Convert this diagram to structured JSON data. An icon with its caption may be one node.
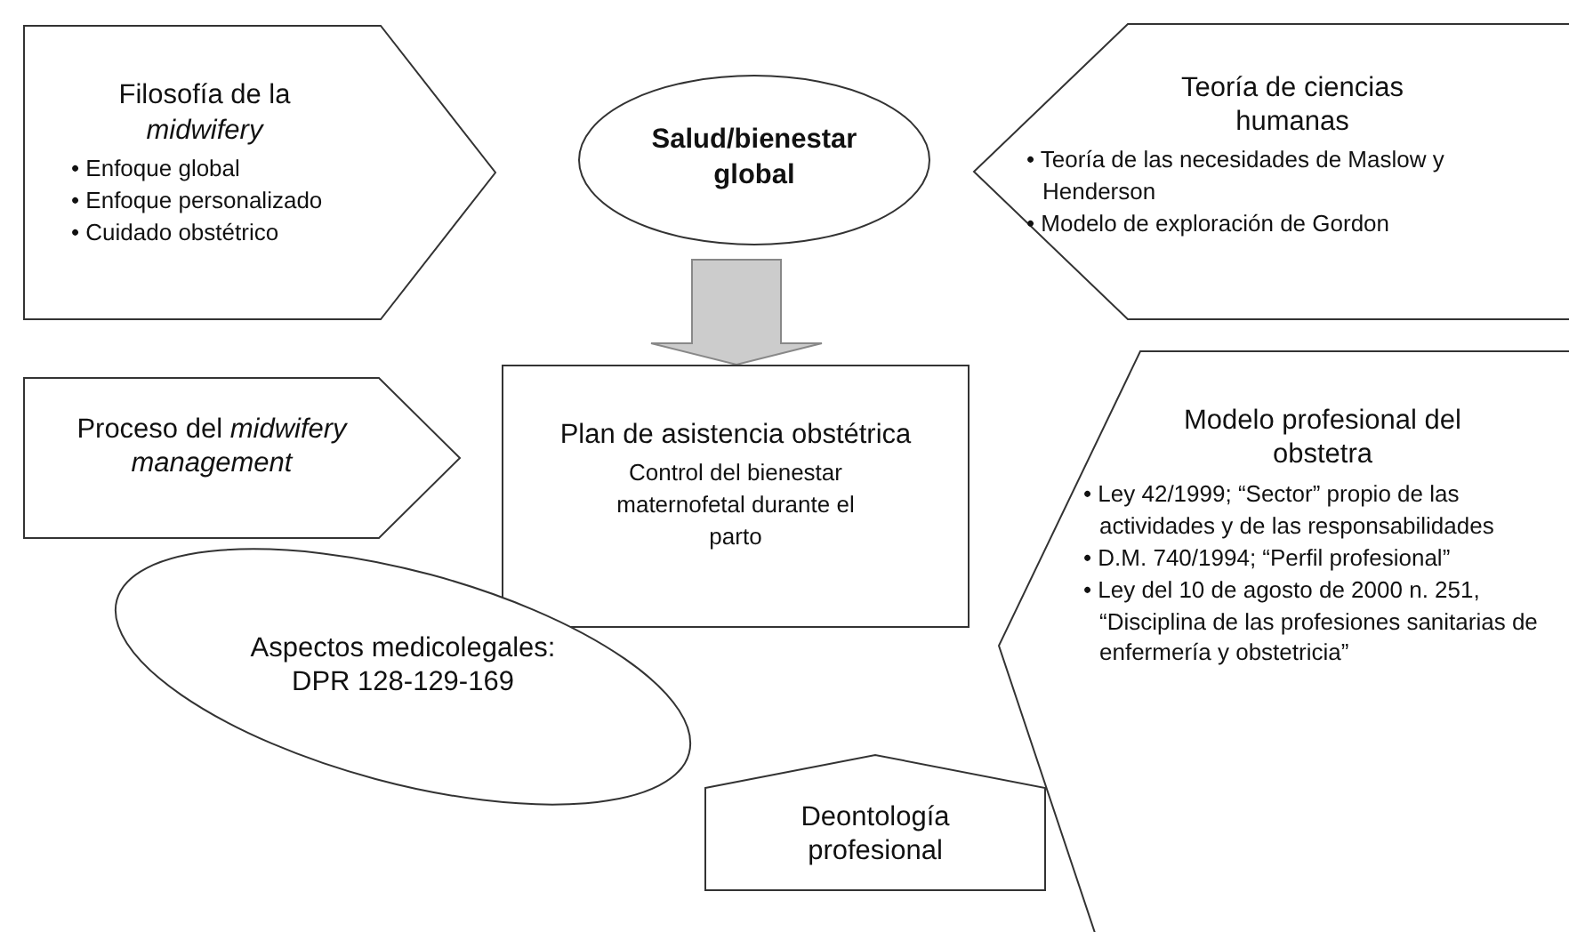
{
  "diagram": {
    "nodes": [
      {
        "text": [
          "Filosofía de la *midwifery*",
          "• Enfoque global",
          "• Enfoque personalizado",
          "• Cuidado obstétrico"
        ]
      },
      {
        "text": [
          "Salud/bienestar global"
        ]
      },
      {
        "text": [
          "Teoría de ciencias humanas",
          "• Teoría de las necesidades de Maslow y Henderson",
          "• Modelo de exploración de Gordon"
        ]
      },
      {
        "text": [
          "Plan de asistencia obstétrica",
          "Control del bienestar maternofetal durante el parto"
        ]
      },
      {
        "text": [
          "Proceso del *midwifery management*"
        ]
      },
      {
        "text": [
          "Aspectos medicolegales: DPR 128-129-169"
        ]
      },
      {
        "text": [
          "Modelo profesional del obstetra",
          "• Ley 42/1999; “Sector” propio de las actividades y de las responsabilidades",
          "• D.M. 740/1994; “Perfil profesional”",
          "• Ley del 10 de agosto de 2000 n. 251, “Disciplina de las profesiones sanitarias de enfermería y obstetricia”"
        ]
      },
      {
        "text": [
          "Deontología profesional"
        ]
      }
    ],
    "edges": [
      {
        "from": 1,
        "to": 3,
        "arrow": "to",
        "style": "thick",
        "color": "#cccccc"
      }
    ]
  }
}
